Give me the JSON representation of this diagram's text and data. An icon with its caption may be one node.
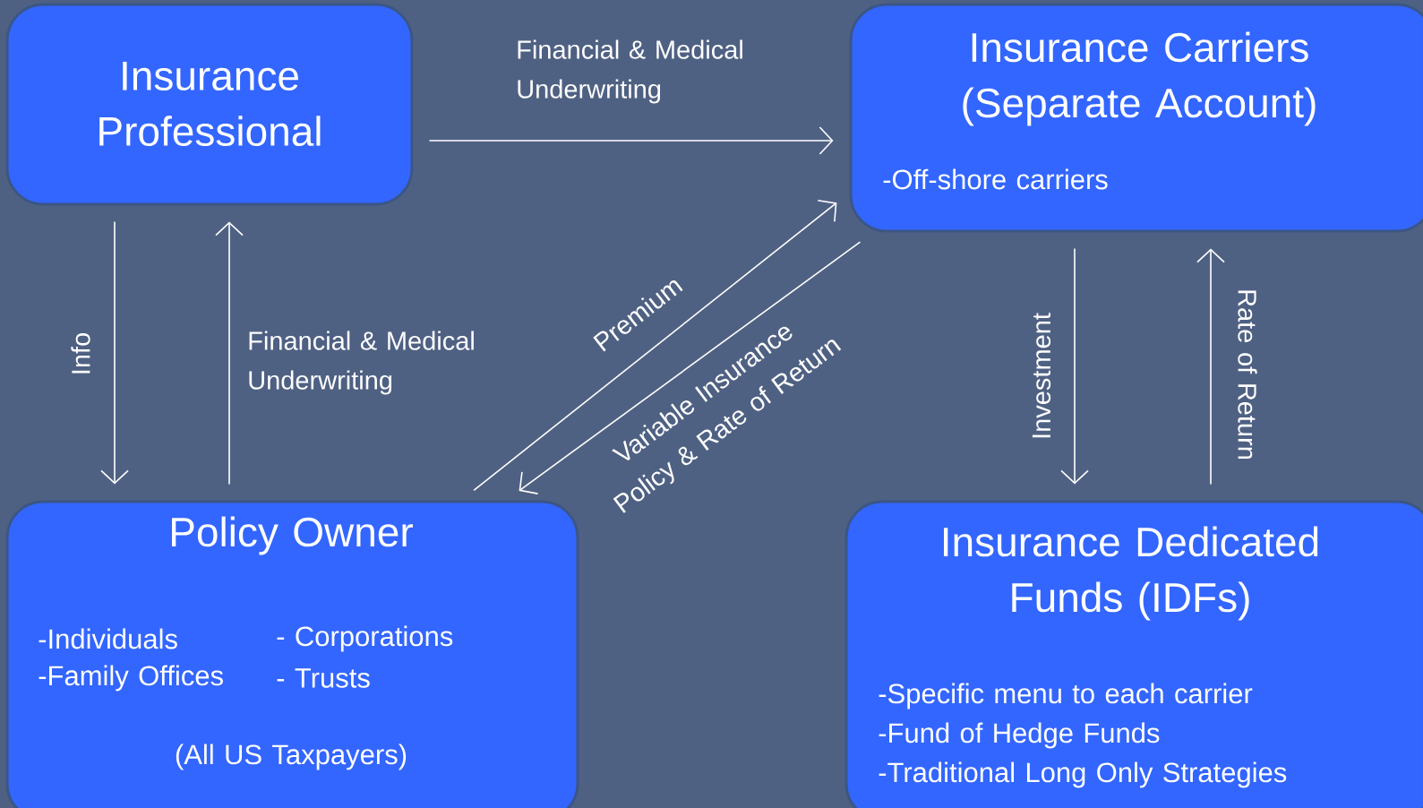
{
  "diagram": {
    "nodes": [
      {
        "text": [
          "Insurance Professional"
        ]
      },
      {
        "text": [
          "Insurance Carriers (Separate Account)",
          "-Off-shore carriers"
        ]
      },
      {
        "text": [
          "Policy Owner",
          "-Individuals",
          "- Corporations",
          "-Family Offices",
          "- Trusts",
          "(All US Taxpayers)"
        ]
      },
      {
        "text": [
          "Insurance Dedicated Funds (IDFs)",
          "-Specific menu to each carrier",
          "-Fund of Hedge Funds",
          "-Traditional Long Only Strategies"
        ]
      }
    ],
    "edges": [
      {
        "from": 0,
        "to": 1,
        "arrow": "to",
        "label": "Financial & Medical Underwriting"
      },
      {
        "from": 0,
        "to": 2,
        "arrow": "to",
        "label": "Info"
      },
      {
        "from": 2,
        "to": 0,
        "arrow": "to",
        "label": "Financial & Medical Underwriting"
      },
      {
        "from": 2,
        "to": 1,
        "arrow": "to",
        "label": "Premium"
      },
      {
        "from": 1,
        "to": 2,
        "arrow": "to",
        "label": "Variable Insurance Policy & Rate of Return"
      },
      {
        "from": 1,
        "to": 3,
        "arrow": "to",
        "label": "Investment"
      },
      {
        "from": 3,
        "to": 1,
        "arrow": "to",
        "label": "Rate of Return"
      }
    ]
  }
}
